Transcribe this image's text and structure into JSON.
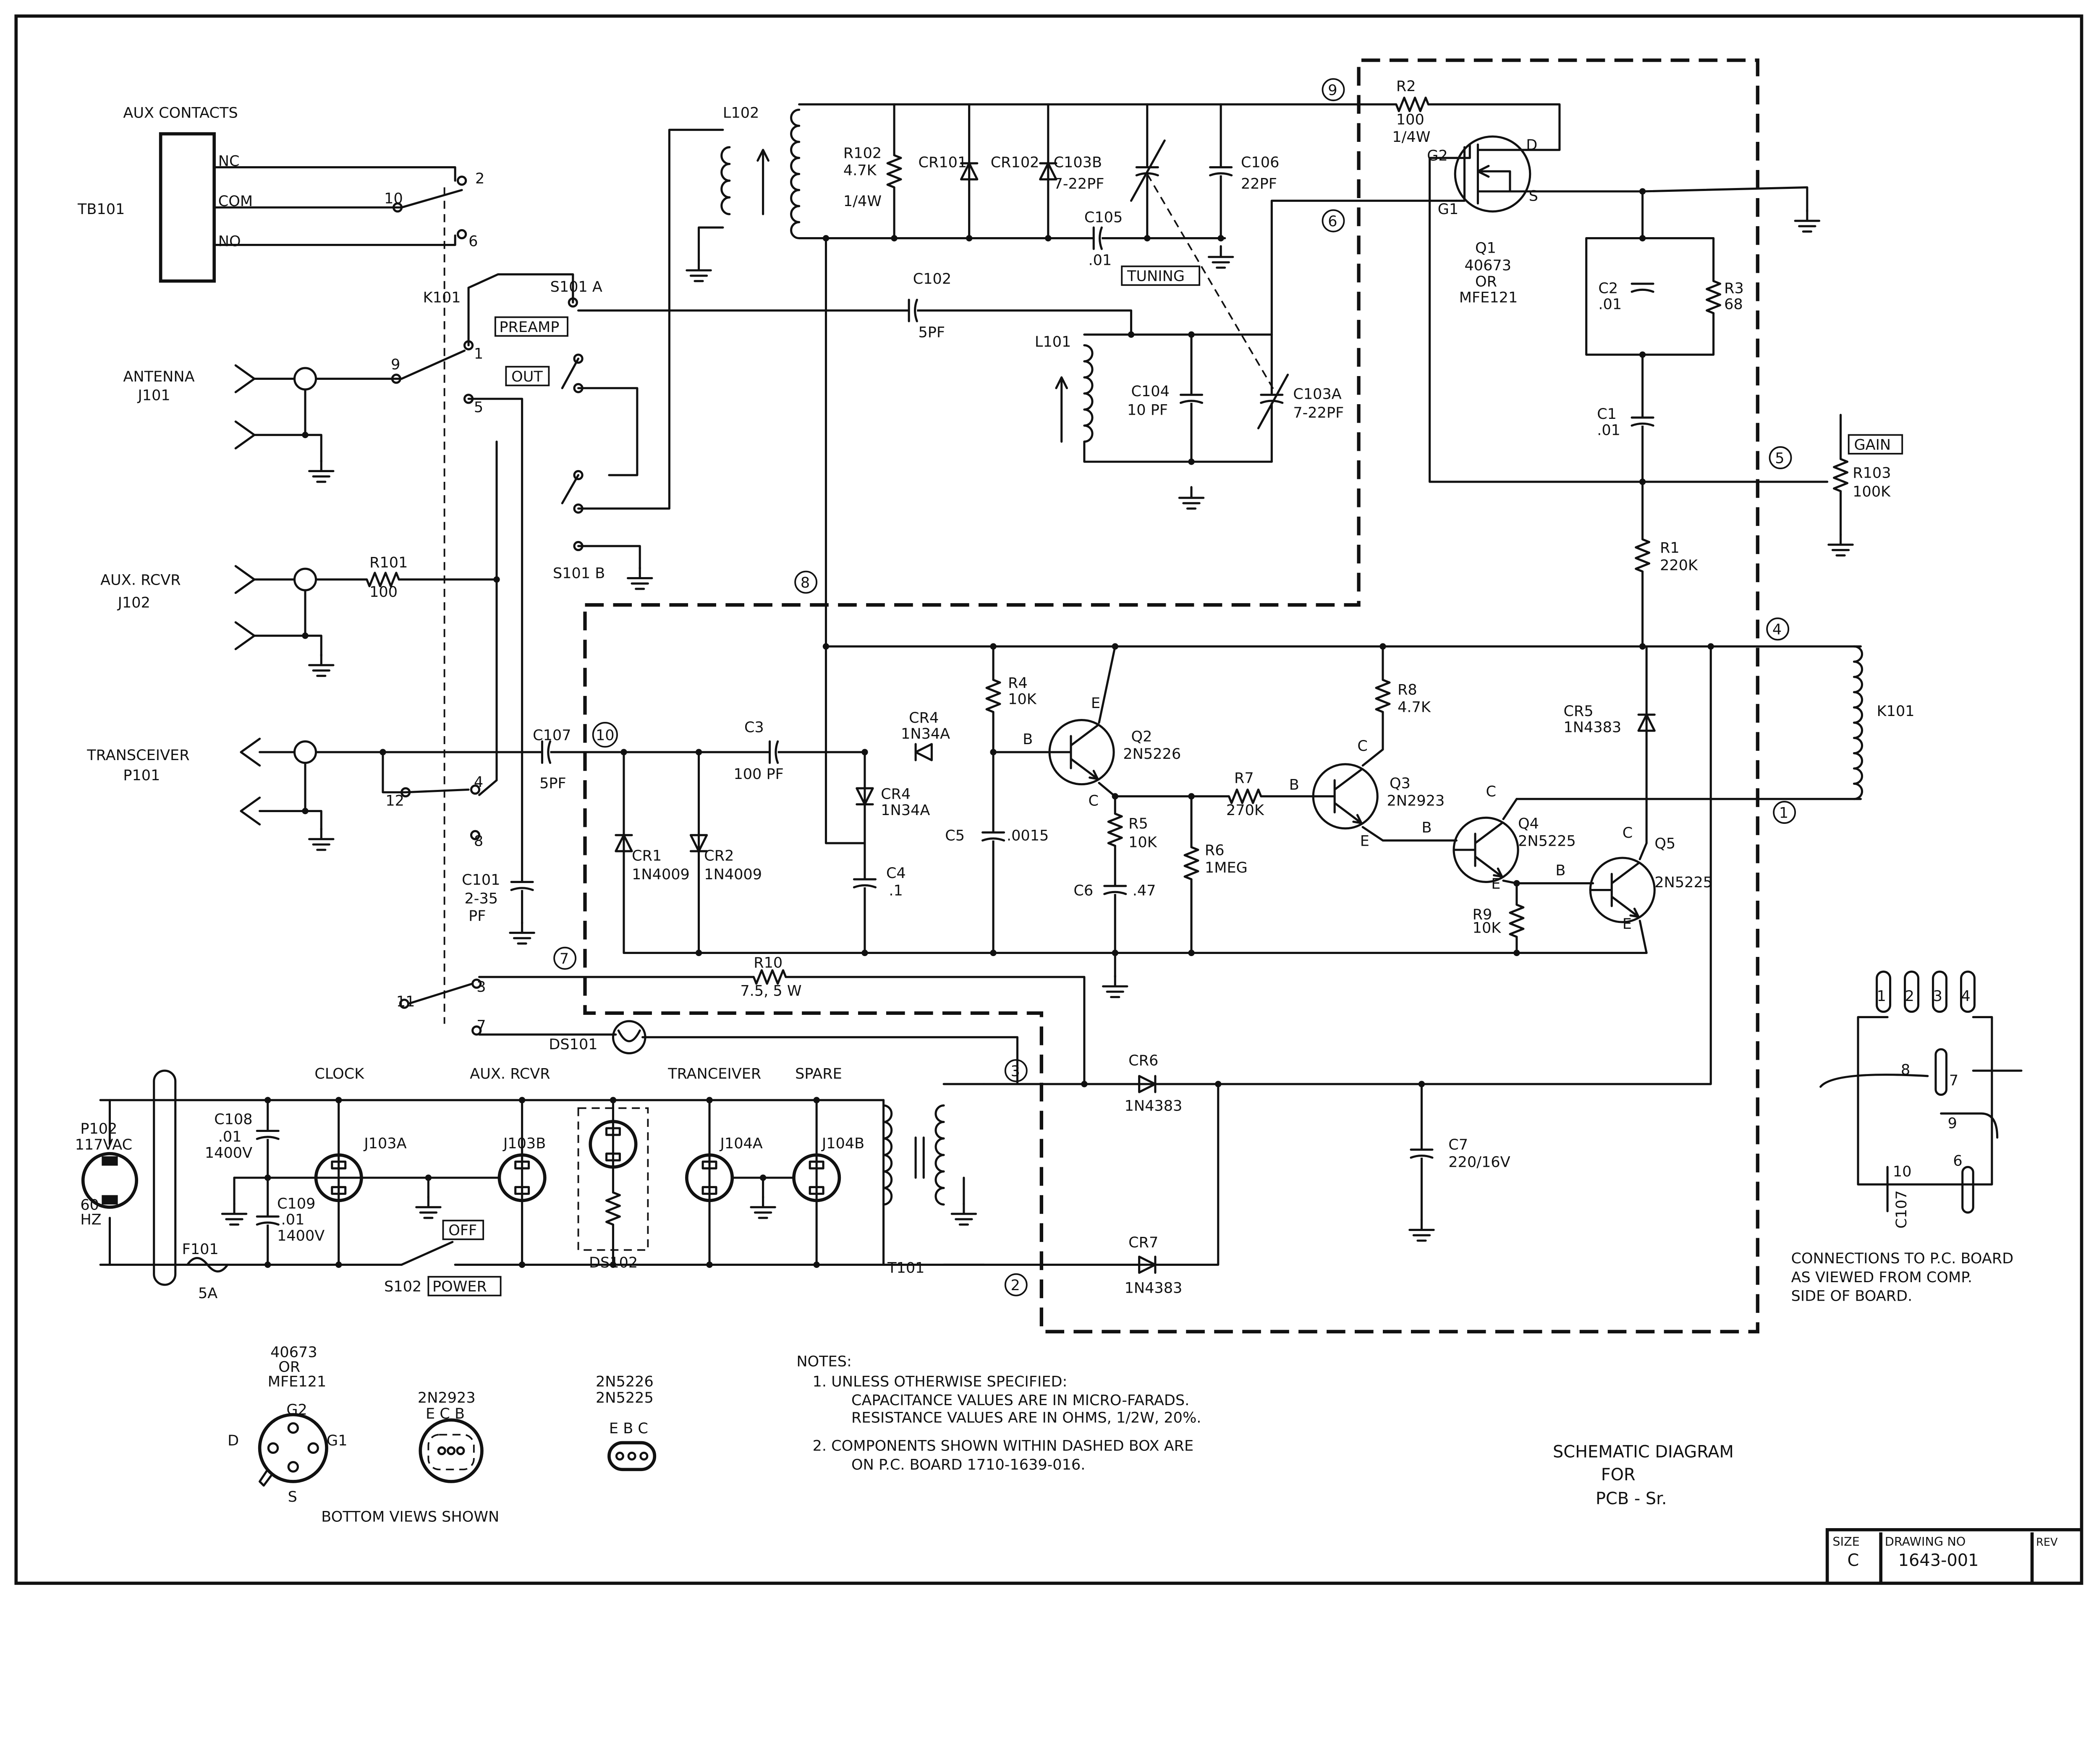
{
  "aux": {
    "title": "AUX CONTACTS",
    "tb": "TB101",
    "nc": "NC",
    "com": "COM",
    "no": "NO",
    "p10": "10",
    "p2": "2",
    "p6": "6",
    "k101": "K101"
  },
  "antenna": {
    "name": "ANTENNA",
    "jack": "J101",
    "p9": "9",
    "p1": "1",
    "p5": "5"
  },
  "s101a": {
    "name": "S101 A",
    "preamp": "PREAMP",
    "out": "OUT",
    "s101b": "S101 B"
  },
  "auxrcvr": {
    "name": "AUX. RCVR",
    "jack": "J102",
    "r101": "R101",
    "r101v": "100"
  },
  "transceiver": {
    "name": "TRANSCEIVER",
    "jack": "P101",
    "p12": "12",
    "p4": "4",
    "p8": "8",
    "c107": "C107",
    "c107v": "5PF",
    "c101": "C101",
    "c101v1": "2-35",
    "c101v2": "PF",
    "p11": "11",
    "p3": "3",
    "p7": "7",
    "ds101": "DS101"
  },
  "tuner": {
    "l102": "L102",
    "r102": "R102",
    "r102v1": "4.7K",
    "r102v2": "1/4W",
    "cr101": "CR101",
    "cr102": "CR102",
    "c103b": "C103B",
    "c103bv": "7-22PF",
    "c106": "C106",
    "c106v": "22PF",
    "c105": "C105",
    "c105v": ".01",
    "tuning": "TUNING",
    "c102": "C102",
    "c102v": "5PF",
    "l101": "L101",
    "c104": "C104",
    "c104v": "10 PF",
    "c103a": "C103A",
    "c103av": "7-22PF"
  },
  "nodes": {
    "n9": "9",
    "n6": "6",
    "n5": "5",
    "n8": "8",
    "n4": "4",
    "n10": "10",
    "n1": "1",
    "n7": "7",
    "n3": "3",
    "n2": "2"
  },
  "preamp": {
    "r2": "R2",
    "r2v1": "100",
    "r2v2": "1/4W",
    "g2": "G2",
    "d": "D",
    "g1": "G1",
    "s": "S",
    "q1": "Q1",
    "q1v1": "40673",
    "q1v2": "OR",
    "q1v3": "MFE121",
    "c2": "C2",
    "c2v": ".01",
    "r3": "R3",
    "r3v": "68",
    "c1": "C1",
    "c1v": ".01",
    "gain": "GAIN",
    "r103": "R103",
    "r103v": "100K",
    "r1": "R1",
    "r1v": "220K"
  },
  "detector": {
    "k101": "K101",
    "r4": "R4",
    "r4v": "10K",
    "cr4a": "CR4",
    "cr4av": "1N34A",
    "q2e": "E",
    "q2b": "B",
    "q2c": "C",
    "q2": "Q2",
    "q2v": "2N5226",
    "c3": "C3",
    "c3v": "100 PF",
    "cr4b": "CR4",
    "cr4bv": "1N34A",
    "c5": "C5",
    "c5v": ".0015",
    "r8": "R8",
    "r8v": "4.7K",
    "cr5": "CR5",
    "cr5v": "1N4383",
    "q3c": "C",
    "q3b": "B",
    "q3e": "E",
    "q3": "Q3",
    "q3v": "2N2923",
    "r7": "R7",
    "r7v": "270K",
    "r5": "R5",
    "r5v": "10K",
    "r6": "R6",
    "r6v": "1MEG",
    "c6": "C6",
    "c6v": ".47",
    "c4": "C4",
    "c4v": ".1",
    "cr1": "CR1",
    "cr1v": "1N4009",
    "cr2": "CR2",
    "cr2v": "1N4009",
    "q4": "Q4",
    "q4v": "2N5225",
    "q4c": "C",
    "q4b": "B",
    "q4e": "E",
    "q5": "Q5",
    "q5v": "2N5225",
    "q5c": "C",
    "q5b": "B",
    "q5e": "E",
    "r9": "R9",
    "r9v": "10K",
    "r10": "R10",
    "r10v": "7.5, 5 W"
  },
  "supply": {
    "cr6": "CR6",
    "cr6v": "1N4383",
    "cr7": "CR7",
    "cr7v": "1N4383",
    "c7": "C7",
    "c7v": "220/16V",
    "clock": "CLOCK",
    "auxrcvr": "AUX. RCVR",
    "tranceiver": "TRANCEIVER",
    "spare": "SPARE",
    "p102": "P102",
    "p102v": "117VAC",
    "hz1": "60",
    "hz2": "HZ",
    "c108": "C108",
    "c108v1": ".01",
    "c108v2": "1400V",
    "c109": "C109",
    "c109v1": ".01",
    "c109v2": "1400V",
    "j103a": "J103A",
    "j103b": "J103B",
    "j104a": "J104A",
    "j104b": "J104B",
    "ds102": "DS102",
    "off": "OFF",
    "power": "POWER",
    "s102": "S102",
    "f101": "F101",
    "f101v": "5A",
    "t101": "T101"
  },
  "connections": {
    "pins": [
      "1",
      "2",
      "3",
      "4"
    ],
    "p8": "8",
    "p7": "7",
    "p9": "9",
    "p10": "10",
    "p6": "6",
    "c107": "C107",
    "line1": "CONNECTIONS TO P.C. BOARD",
    "line2": "AS VIEWED FROM COMP.",
    "line3": "SIDE OF BOARD."
  },
  "bottom_views": {
    "fet1": "40673",
    "fet2": "OR",
    "fet3": "MFE121",
    "g2": "G2",
    "d": "D",
    "g1": "G1",
    "s": "S",
    "t1": "2N2923",
    "t1pins": "E C B",
    "t2a": "2N5226",
    "t2b": "2N5225",
    "t2pins": "E B C",
    "caption": "BOTTOM VIEWS SHOWN"
  },
  "notes": {
    "title": "NOTES:",
    "n1": "1. UNLESS OTHERWISE SPECIFIED:",
    "n1a": "CAPACITANCE VALUES ARE IN MICRO-FARADS.",
    "n1b": "RESISTANCE VALUES ARE IN OHMS, 1/2W, 20%.",
    "n2": "2. COMPONENTS SHOWN WITHIN DASHED BOX ARE",
    "n2a": "ON P.C. BOARD 1710-1639-016."
  },
  "title": {
    "line1": "SCHEMATIC DIAGRAM",
    "line2": "FOR",
    "line3": "PCB - Sr.",
    "size_label": "SIZE",
    "size": "C",
    "drawing_label": "DRAWING NO",
    "drawing_no": "1643-001",
    "rev_label": "REV"
  }
}
